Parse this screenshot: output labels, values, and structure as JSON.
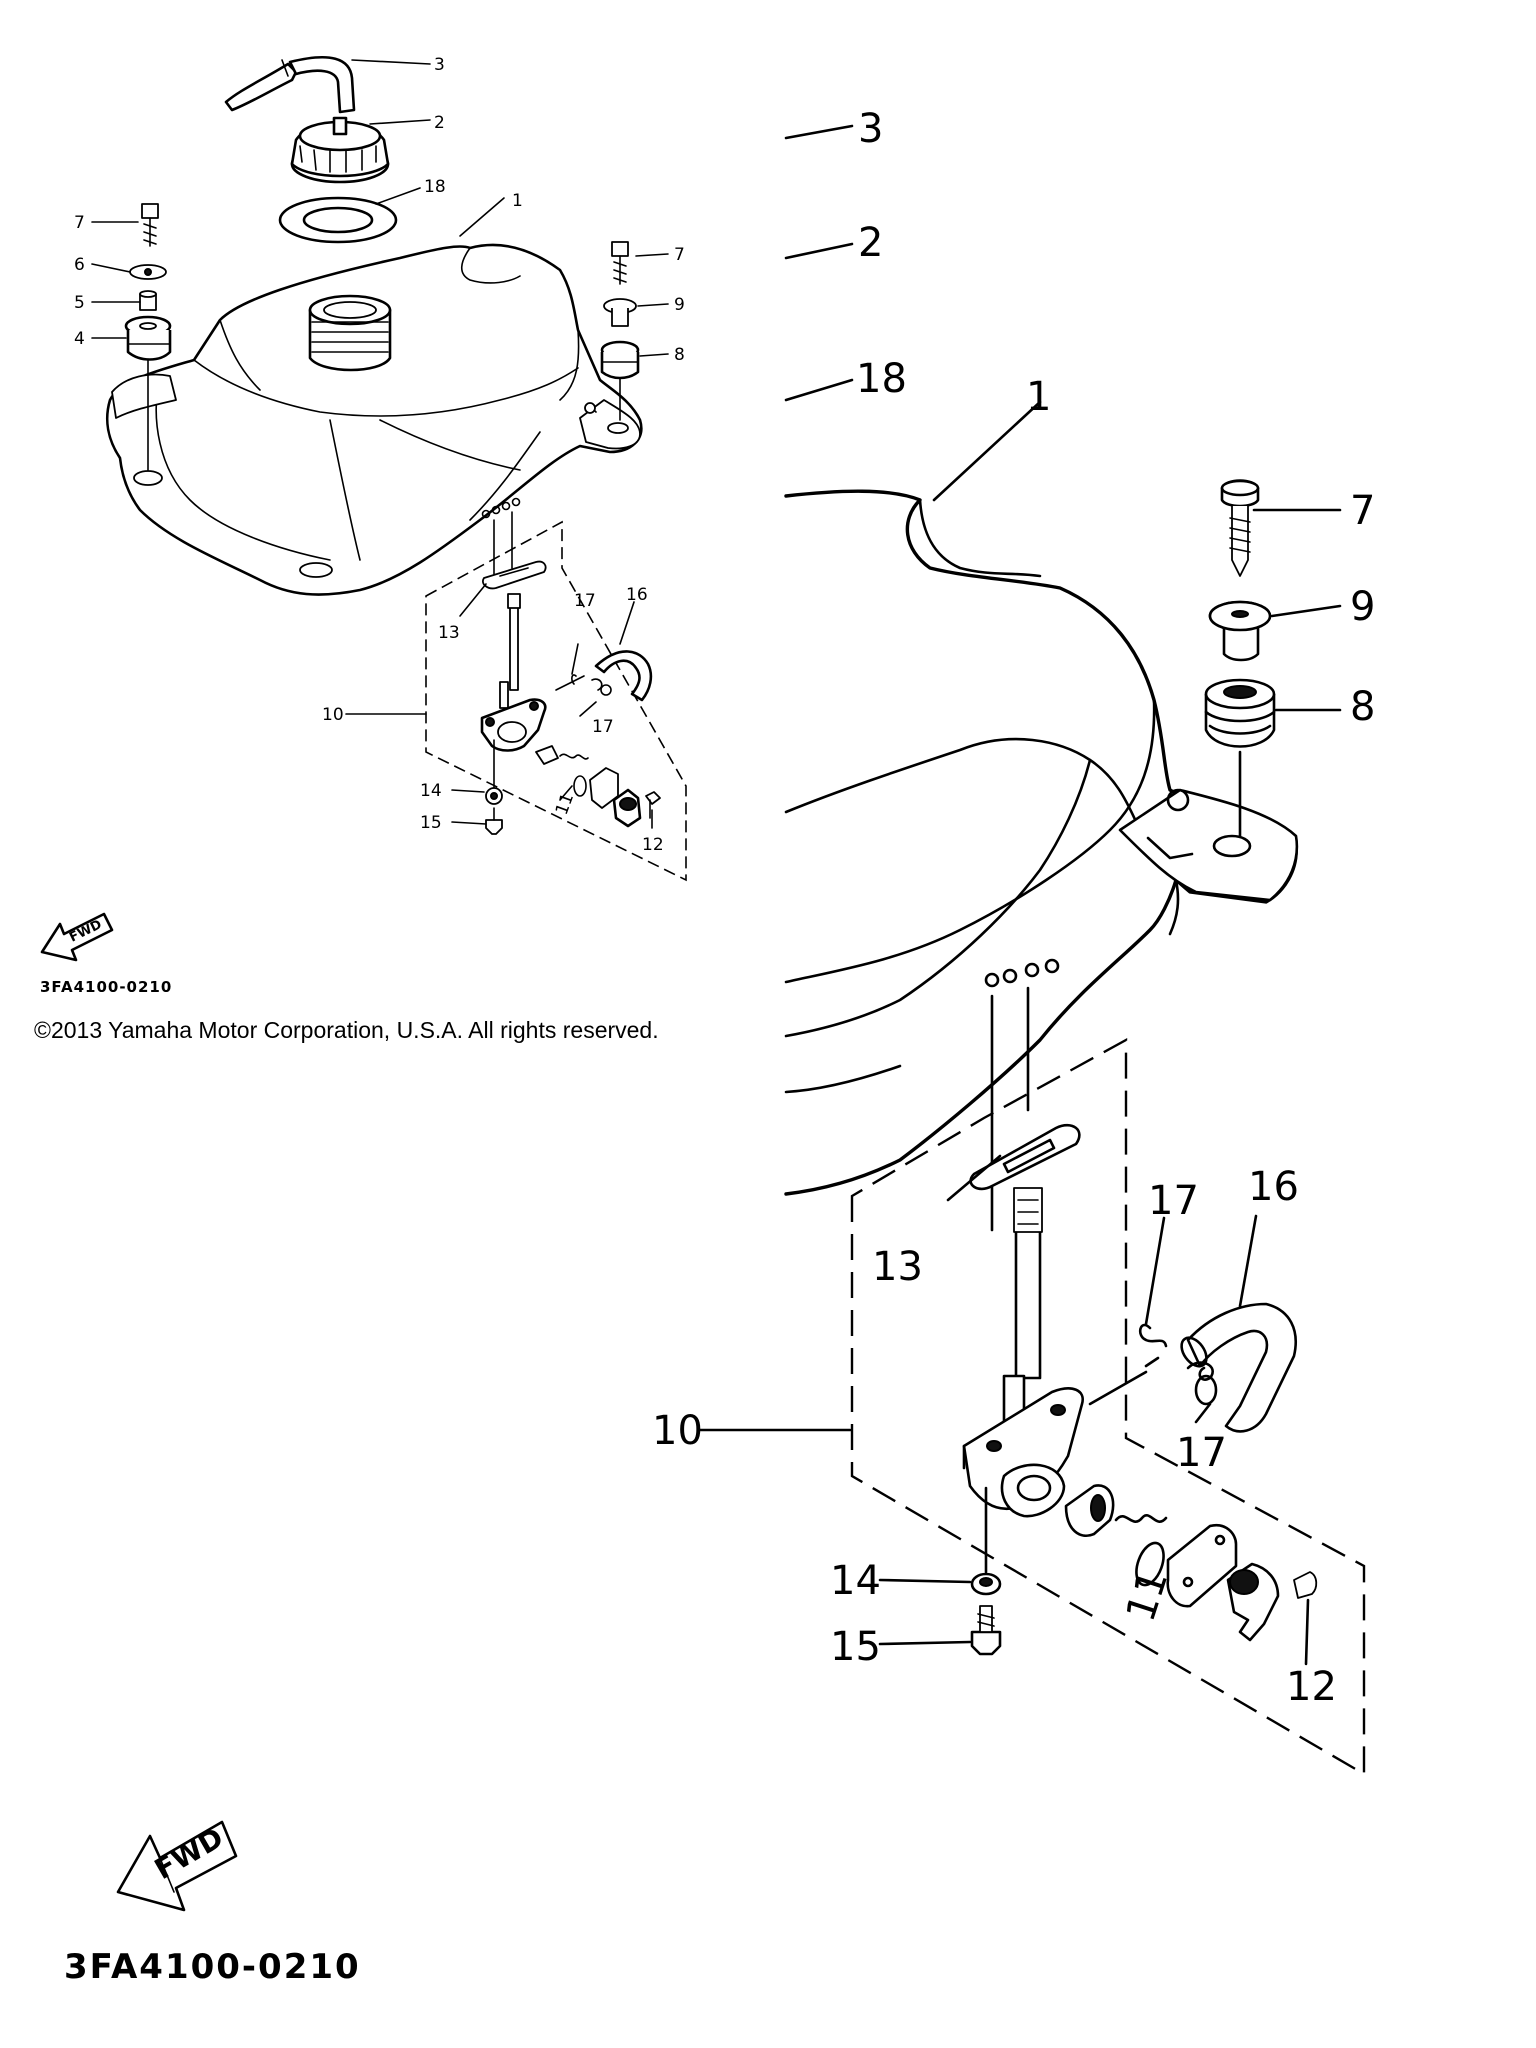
{
  "callouts": {
    "c1": "1",
    "c2": "2",
    "c3": "3",
    "c4": "4",
    "c5": "5",
    "c6": "6",
    "c7": "7",
    "c8": "8",
    "c9": "9",
    "c10": "10",
    "c11": "11",
    "c12": "12",
    "c13": "13",
    "c14": "14",
    "c15": "15",
    "c16": "16",
    "c17": "17",
    "c18": "18"
  },
  "diagram_code": "3FA4100-0210",
  "fwd_label": "FWD",
  "copyright": "©2013 Yamaha Motor Corporation, U.S.A. All rights reserved."
}
